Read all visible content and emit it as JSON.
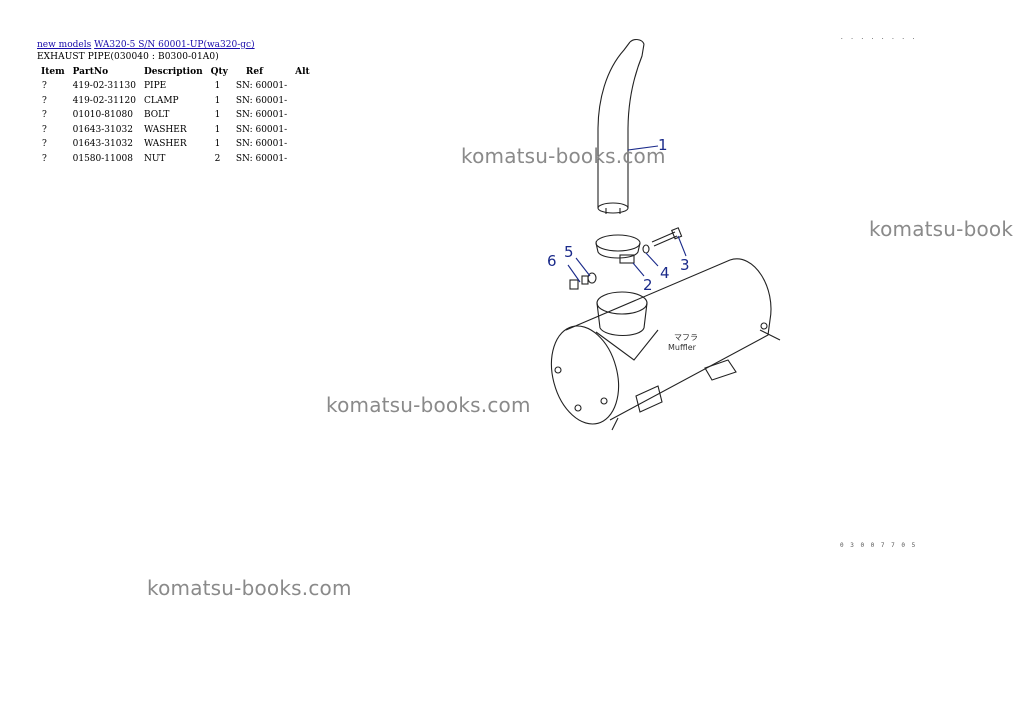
{
  "breadcrumb": {
    "link1": "new models",
    "link2": "WA320-5 S/N 60001-UP(wa320-gc)"
  },
  "page_title": "EXHAUST PIPE(030040 : B0300-01A0)",
  "table": {
    "headers": [
      "Item",
      "PartNo",
      "Description",
      "Qty",
      "Ref",
      "Alt"
    ],
    "rows": [
      {
        "item": "?",
        "partno": "419-02-31130",
        "description": "PIPE",
        "qty": "1",
        "ref": "SN: 60001-",
        "alt": ""
      },
      {
        "item": "?",
        "partno": "419-02-31120",
        "description": "CLAMP",
        "qty": "1",
        "ref": "SN: 60001-",
        "alt": ""
      },
      {
        "item": "?",
        "partno": "01010-81080",
        "description": "BOLT",
        "qty": "1",
        "ref": "SN: 60001-",
        "alt": ""
      },
      {
        "item": "?",
        "partno": "01643-31032",
        "description": "WASHER",
        "qty": "1",
        "ref": "SN: 60001-",
        "alt": ""
      },
      {
        "item": "?",
        "partno": "01643-31032",
        "description": "WASHER",
        "qty": "1",
        "ref": "SN: 60001-",
        "alt": ""
      },
      {
        "item": "?",
        "partno": "01580-11008",
        "description": "NUT",
        "qty": "2",
        "ref": "SN: 60001-",
        "alt": ""
      }
    ]
  },
  "watermark_text": "komatsu-books.com",
  "watermark_text_cut": "komatsu-book",
  "diagram": {
    "callouts": [
      "1",
      "2",
      "3",
      "4",
      "5",
      "6"
    ],
    "muffler_label_jp": "マフラ",
    "muffler_label_en": "Muffler",
    "code_top": ". . . . . . . .",
    "code_bottom": "0 3 0 0 7 7 0 5"
  }
}
